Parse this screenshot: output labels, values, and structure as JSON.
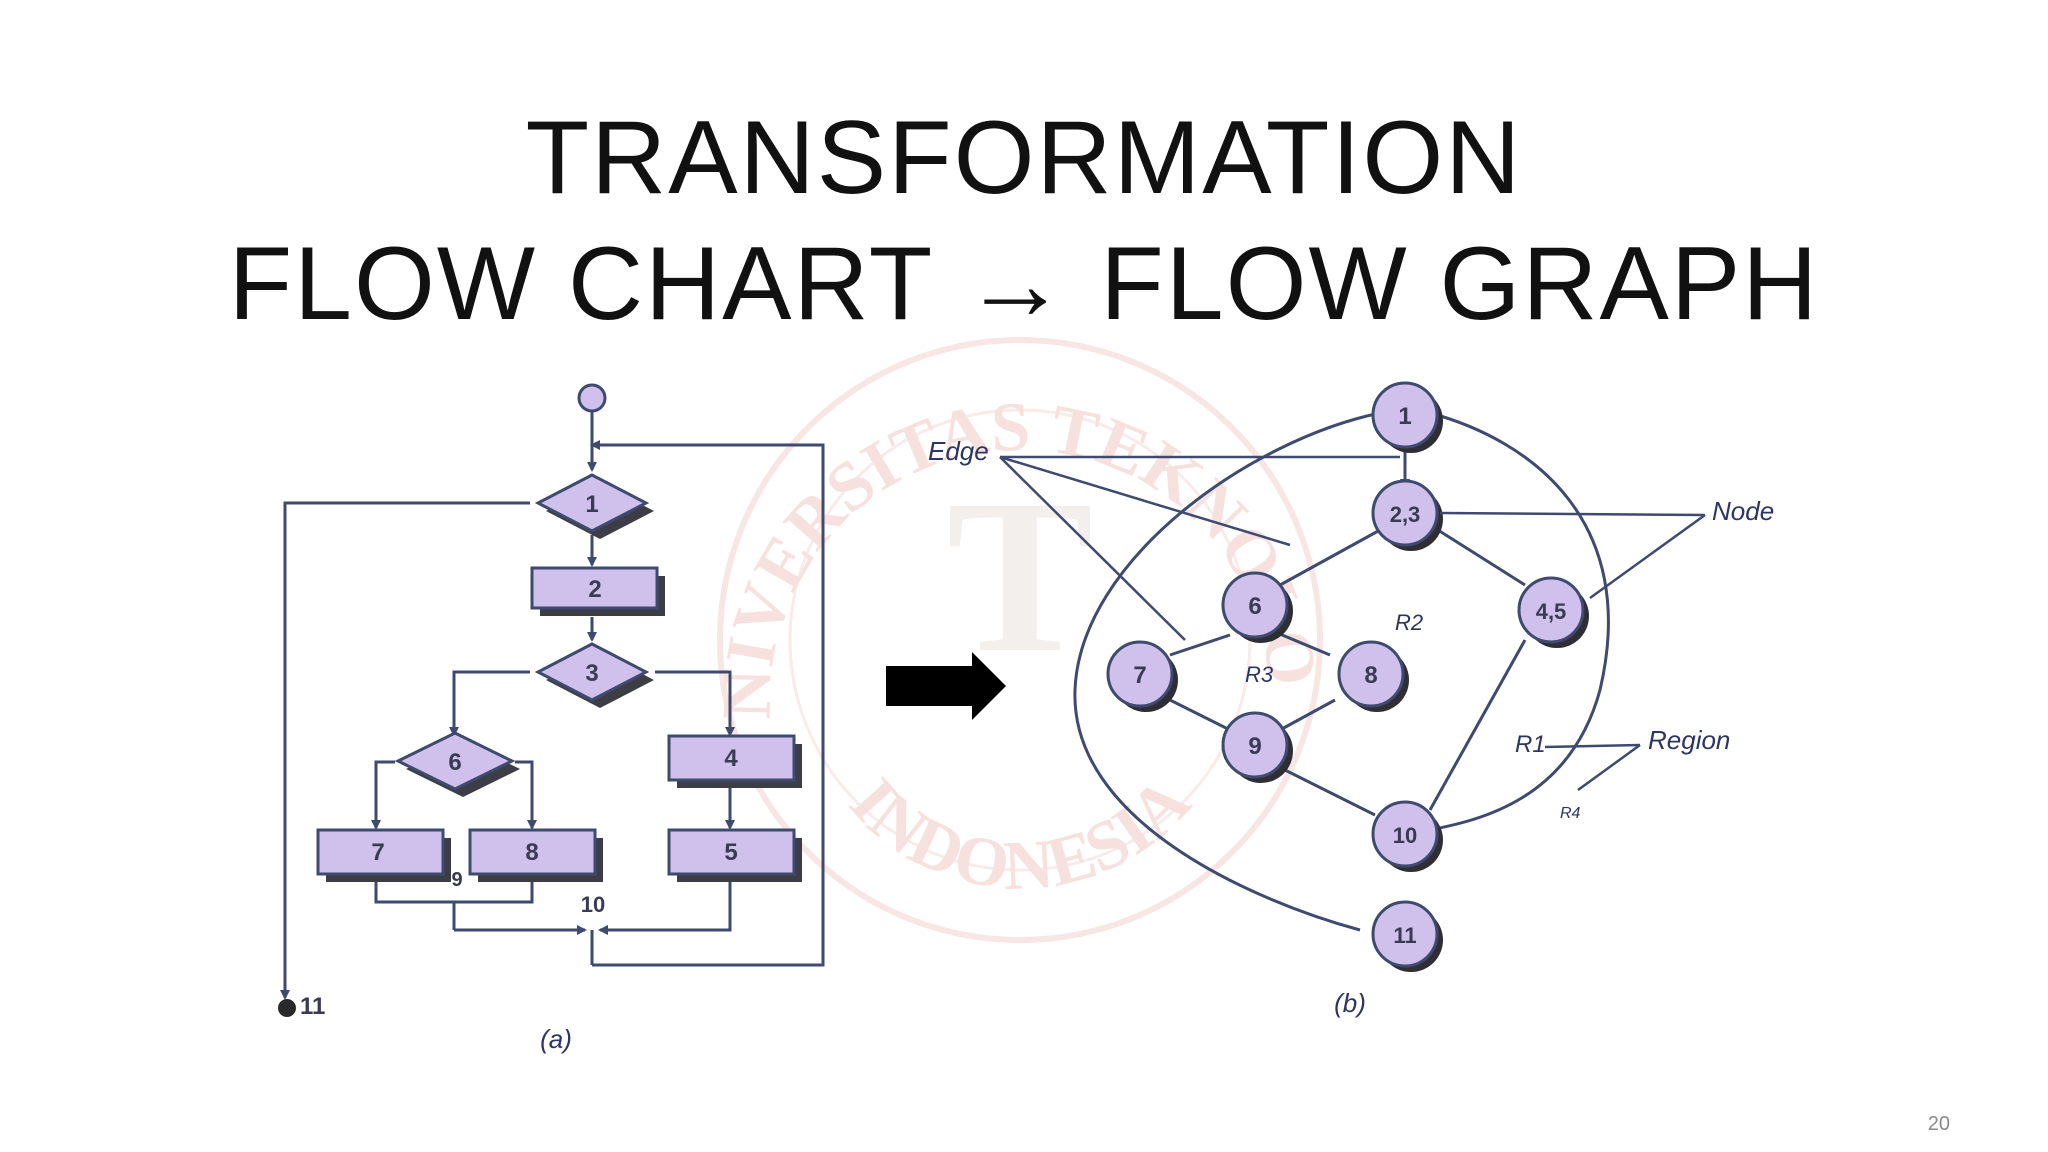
{
  "title": {
    "line1": "TRANSFORMATION",
    "line2": "FLOW CHART → FLOW GRAPH"
  },
  "watermark": {
    "top_text": "UNIVERSITAS TEKNOLOGI",
    "bottom_text": "INDONESIA",
    "center_glyph": "T"
  },
  "flow_chart": {
    "caption": "(a)",
    "diamond_labels": [
      "1",
      "3",
      "6"
    ],
    "box_labels": [
      "2",
      "4",
      "5",
      "7",
      "8"
    ],
    "junction_labels": [
      "9",
      "10"
    ],
    "end_label": "11"
  },
  "flow_graph": {
    "caption": "(b)",
    "node_labels": [
      "1",
      "2,3",
      "6",
      "4,5",
      "7",
      "8",
      "9",
      "10",
      "11"
    ],
    "region_labels": [
      "R1",
      "R2",
      "R3",
      "R4"
    ],
    "callouts": {
      "edge": "Edge",
      "node": "Node",
      "region": "Region"
    }
  },
  "slide_number": "20",
  "colors": {
    "shape_fill": "#cfc0ec",
    "shape_shadow": "#3d3d45",
    "line": "#3e4a6e",
    "arrow": "#000000",
    "watermark": "#f2c9c4"
  }
}
